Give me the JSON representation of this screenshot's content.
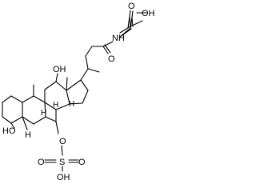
{
  "atom_labels": {
    "acid_hydroxyl": "OH",
    "acid_carbonyl_o": "O",
    "amide_nh": "NH",
    "amide_carbonyl_o": "O",
    "c12_hydroxyl": "OH",
    "c8_hydrogen": "H",
    "c14_hydrogen": "H",
    "c9_hydrogen": "H",
    "c3_hydroxyl": "HO",
    "c5_hydrogen": "H",
    "ester_o": "O",
    "sulfur": "S",
    "sulfonyl_o_left": "O",
    "sulfonyl_o_right": "O",
    "sulfate_hydroxyl": "OH"
  }
}
